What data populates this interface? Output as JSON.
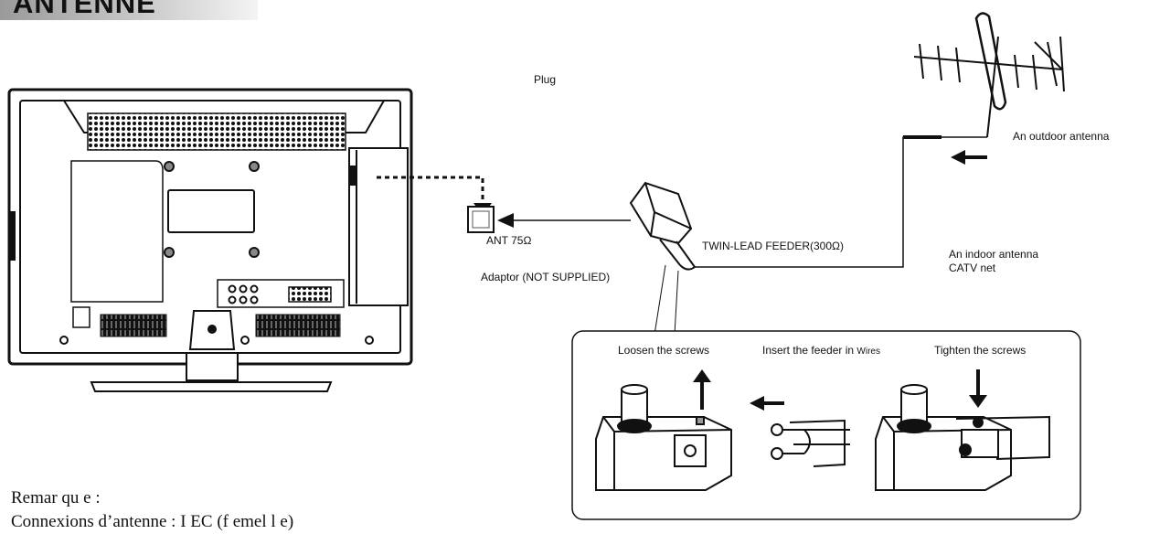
{
  "header": {
    "title": "ANTENNE"
  },
  "labels": {
    "plug": "Plug",
    "outdoor_antenna": "An outdoor antenna",
    "ant_75": "ANT 75Ω",
    "twin_lead": "TWIN-LEAD FEEDER(300Ω)",
    "indoor_antenna_line1": "An indoor antenna",
    "indoor_antenna_line2": "CATV net",
    "adaptor": "Adaptor  (NOT SUPPLIED)",
    "loosen": "Loosen the screws",
    "insert": "Insert the feeder in",
    "wires": "Wires",
    "tighten": "Tighten the screws"
  },
  "remark": {
    "line1": "Remar qu e :",
    "line2": "Connexions d’antenne : I EC (f emel l e)"
  }
}
